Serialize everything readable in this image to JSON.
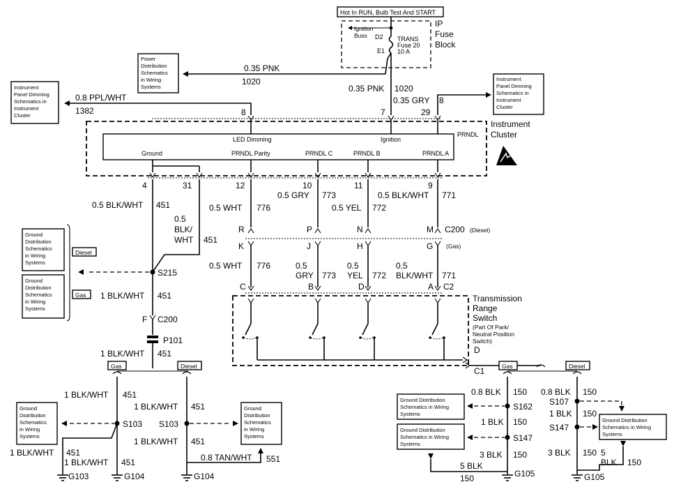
{
  "fuse_block": {
    "header": "Hot In RUN, Bulb Test And START",
    "ignition": [
      "Ignition",
      "Buss"
    ],
    "pin_d2": "D2",
    "pin_e1": "E1",
    "fuse": [
      "TRANS",
      "Fuse 20",
      "10 A"
    ],
    "title": [
      "IP",
      "Fuse",
      "Block"
    ]
  },
  "refs": {
    "power_dist": [
      "Power",
      "Distribution",
      "Schematics",
      "in Wiring",
      "Systems"
    ],
    "ip_dim_left": [
      "Instrument",
      "Panel Dimming",
      "Schematics in",
      "Instrument",
      "Cluster"
    ],
    "ip_dim_right": [
      "Instrument",
      "Panel Dimming",
      "Schematics in",
      "Instrument",
      "Cluster"
    ],
    "ground_dist_diesel": [
      "Ground",
      "Distribution",
      "Schematics",
      "in Wiring",
      "Systems"
    ],
    "ground_dist_gas": [
      "Ground",
      "Distribution",
      "Schematics",
      "in Wiring",
      "Systems"
    ],
    "ground_dist_s103_left": [
      "Ground",
      "Distribution",
      "Schematics",
      "in Wiring",
      "Systems"
    ],
    "ground_dist_s103_right": [
      "Ground",
      "Distribution",
      "Schematics",
      "in Wiring",
      "Systems"
    ],
    "ground_dist_s162": [
      "Ground Distribution",
      "Schematics in Wiring",
      "Systems"
    ],
    "ground_dist_s147": [
      "Ground Distribution",
      "Schematics in Wiring",
      "Systems"
    ],
    "ground_dist_s107": [
      "Ground Distribution",
      "Schematics in Wiring",
      "Systems"
    ]
  },
  "wires": {
    "pnk_gauge": "0.35 PNK",
    "pnk_circuit": "1020",
    "pnk_gauge_2": "0.35 PNK",
    "pnk_circuit_2": "1020",
    "ppl_gauge": "0.8 PPL/WHT",
    "ppl_circuit": "1382",
    "gry_gauge": "0.35 GRY",
    "gry_pin": "8",
    "blk_wht_451_a": "0.5 BLK/WHT",
    "n451": "451",
    "blk_wht_451_b": [
      "0.5",
      "BLK/",
      "WHT"
    ],
    "wht_776": "0.5 WHT",
    "n776": "776",
    "gry_773": "0.5 GRY",
    "n773": "773",
    "yel_772": "0.5 YEL",
    "n772": "772",
    "blk_wht_771": "0.5 BLK/WHT",
    "n771": "771",
    "gry_773_b": [
      "0.5",
      "GRY"
    ],
    "yel_772_b": [
      "0.5",
      "YEL"
    ],
    "blk_wht_771_b": [
      "0.5",
      "BLK/WHT"
    ],
    "one_blk_wht": "1 BLK/WHT",
    "tan_wht": "0.8 TAN/WHT",
    "n551": "551",
    "blk_08": "0.8 BLK",
    "blk_1": "1 BLK",
    "blk_3": "3 BLK",
    "blk_5": "5 BLK",
    "n150": "150",
    "five": "5",
    "blk": "BLK"
  },
  "cluster": {
    "title": [
      "Instrument",
      "Cluster"
    ],
    "prndl": "PRNDL",
    "led_dimming": "LED Dimming",
    "ignition": "Ignition",
    "ground": "Ground",
    "parity": "PRNDL Parity",
    "prndl_c": "PRNDL C",
    "prndl_b": "PRNDL B",
    "prndl_a": "PRNDL A",
    "pins_top": [
      "8",
      "7",
      "29"
    ],
    "pins_bottom": [
      "4",
      "31",
      "12",
      "10",
      "11",
      "9"
    ]
  },
  "connectors": {
    "c200_top": [
      "R",
      "P",
      "N",
      "M"
    ],
    "c200_bottom": [
      "K",
      "J",
      "H",
      "G"
    ],
    "c200_label": "C200",
    "diesel_paren": "(Diesel)",
    "gas_paren": "(Gas)",
    "c2_pins": [
      "C",
      "B",
      "D",
      "A"
    ],
    "c2_label": "C2",
    "f": "F",
    "p101": "P101",
    "c1_label": "C1",
    "c1_pin": "D"
  },
  "splices": {
    "s215": "S215",
    "s103": "S103",
    "s162": "S162",
    "s147": "S147",
    "s107": "S107"
  },
  "grounds": {
    "g103": "G103",
    "g104": "G104",
    "g105": "G105"
  },
  "options": {
    "diesel": "Diesel",
    "gas": "Gas"
  },
  "trs": {
    "title": [
      "Transmission",
      "Range",
      "Switch"
    ],
    "sub": [
      "(Part Of Park/",
      "Neutral Position",
      "Switch)"
    ]
  }
}
